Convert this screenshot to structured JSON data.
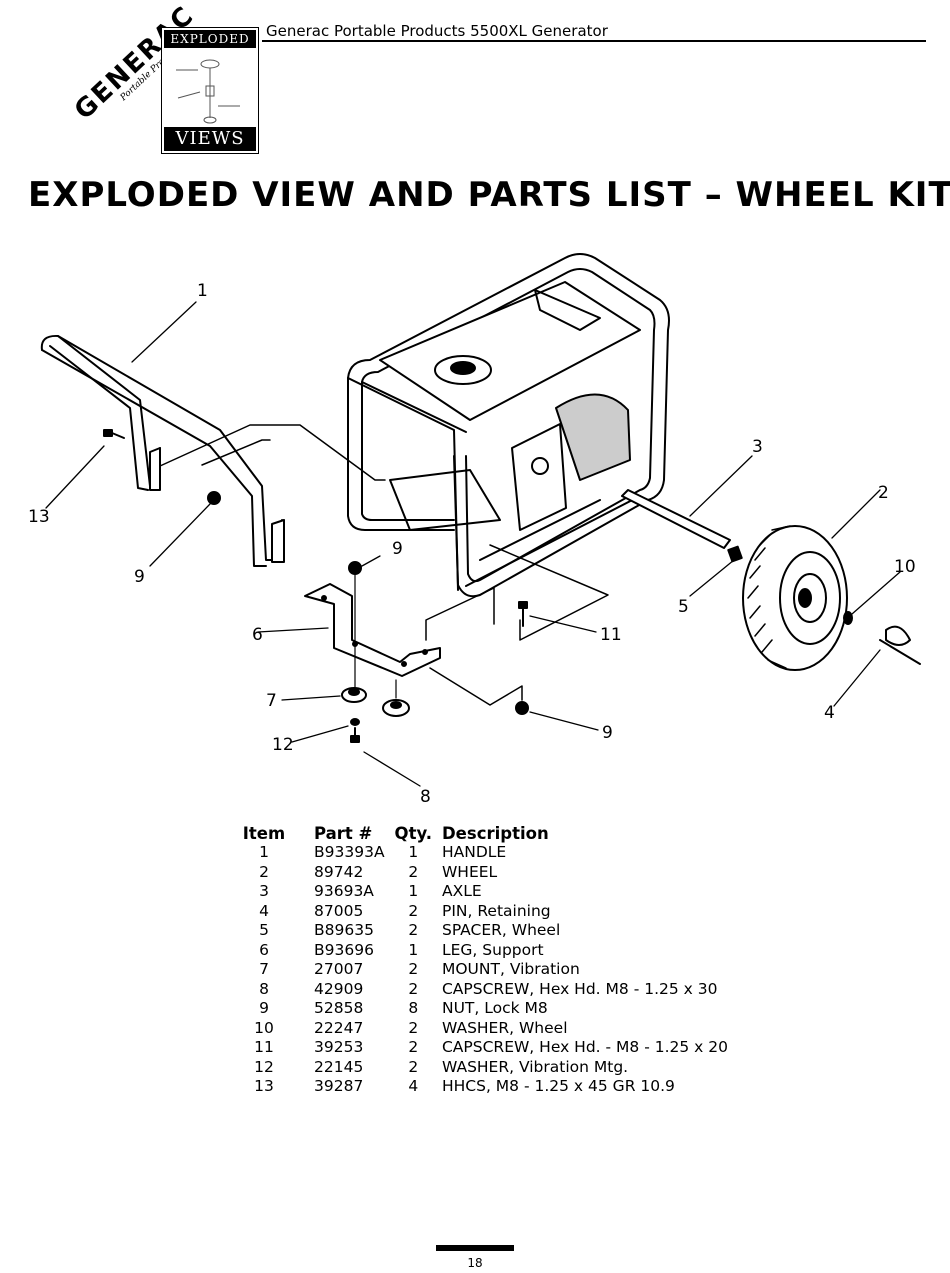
{
  "header": {
    "title": "Generac Portable Products 5500XL Generator"
  },
  "logo": {
    "brand": "GENERAC",
    "sub": "Portable Products",
    "box_top": "EXPLODED",
    "box_bottom": "VIEWS"
  },
  "page_title": "EXPLODED VIEW AND PARTS LIST – WHEEL KIT",
  "callouts": [
    "1",
    "2",
    "3",
    "4",
    "5",
    "6",
    "7",
    "8",
    "9",
    "9",
    "9",
    "10",
    "11",
    "12",
    "13"
  ],
  "parts_table": {
    "headers": [
      "Item",
      "Part #",
      "Qty.",
      "Description"
    ],
    "rows": [
      {
        "item": "1",
        "part": "B93393A",
        "qty": "1",
        "desc": "HANDLE"
      },
      {
        "item": "2",
        "part": "89742",
        "qty": "2",
        "desc": "WHEEL"
      },
      {
        "item": "3",
        "part": "93693A",
        "qty": "1",
        "desc": "AXLE"
      },
      {
        "item": "4",
        "part": "87005",
        "qty": "2",
        "desc": "PIN, Retaining"
      },
      {
        "item": "5",
        "part": "B89635",
        "qty": "2",
        "desc": "SPACER, Wheel"
      },
      {
        "item": "6",
        "part": "B93696",
        "qty": "1",
        "desc": "LEG, Support"
      },
      {
        "item": "7",
        "part": "27007",
        "qty": "2",
        "desc": "MOUNT, Vibration"
      },
      {
        "item": "8",
        "part": "42909",
        "qty": "2",
        "desc": "CAPSCREW, Hex Hd. M8 - 1.25 x 30"
      },
      {
        "item": "9",
        "part": "52858",
        "qty": "8",
        "desc": "NUT, Lock M8"
      },
      {
        "item": "10",
        "part": "22247",
        "qty": "2",
        "desc": "WASHER, Wheel"
      },
      {
        "item": "11",
        "part": "39253",
        "qty": "2",
        "desc": "CAPSCREW, Hex Hd. - M8 - 1.25 x 20"
      },
      {
        "item": "12",
        "part": "22145",
        "qty": "2",
        "desc": "WASHER, Vibration Mtg."
      },
      {
        "item": "13",
        "part": "39287",
        "qty": "4",
        "desc": "HHCS, M8 - 1.25 x 45 GR 10.9"
      }
    ]
  },
  "page_number": "18"
}
